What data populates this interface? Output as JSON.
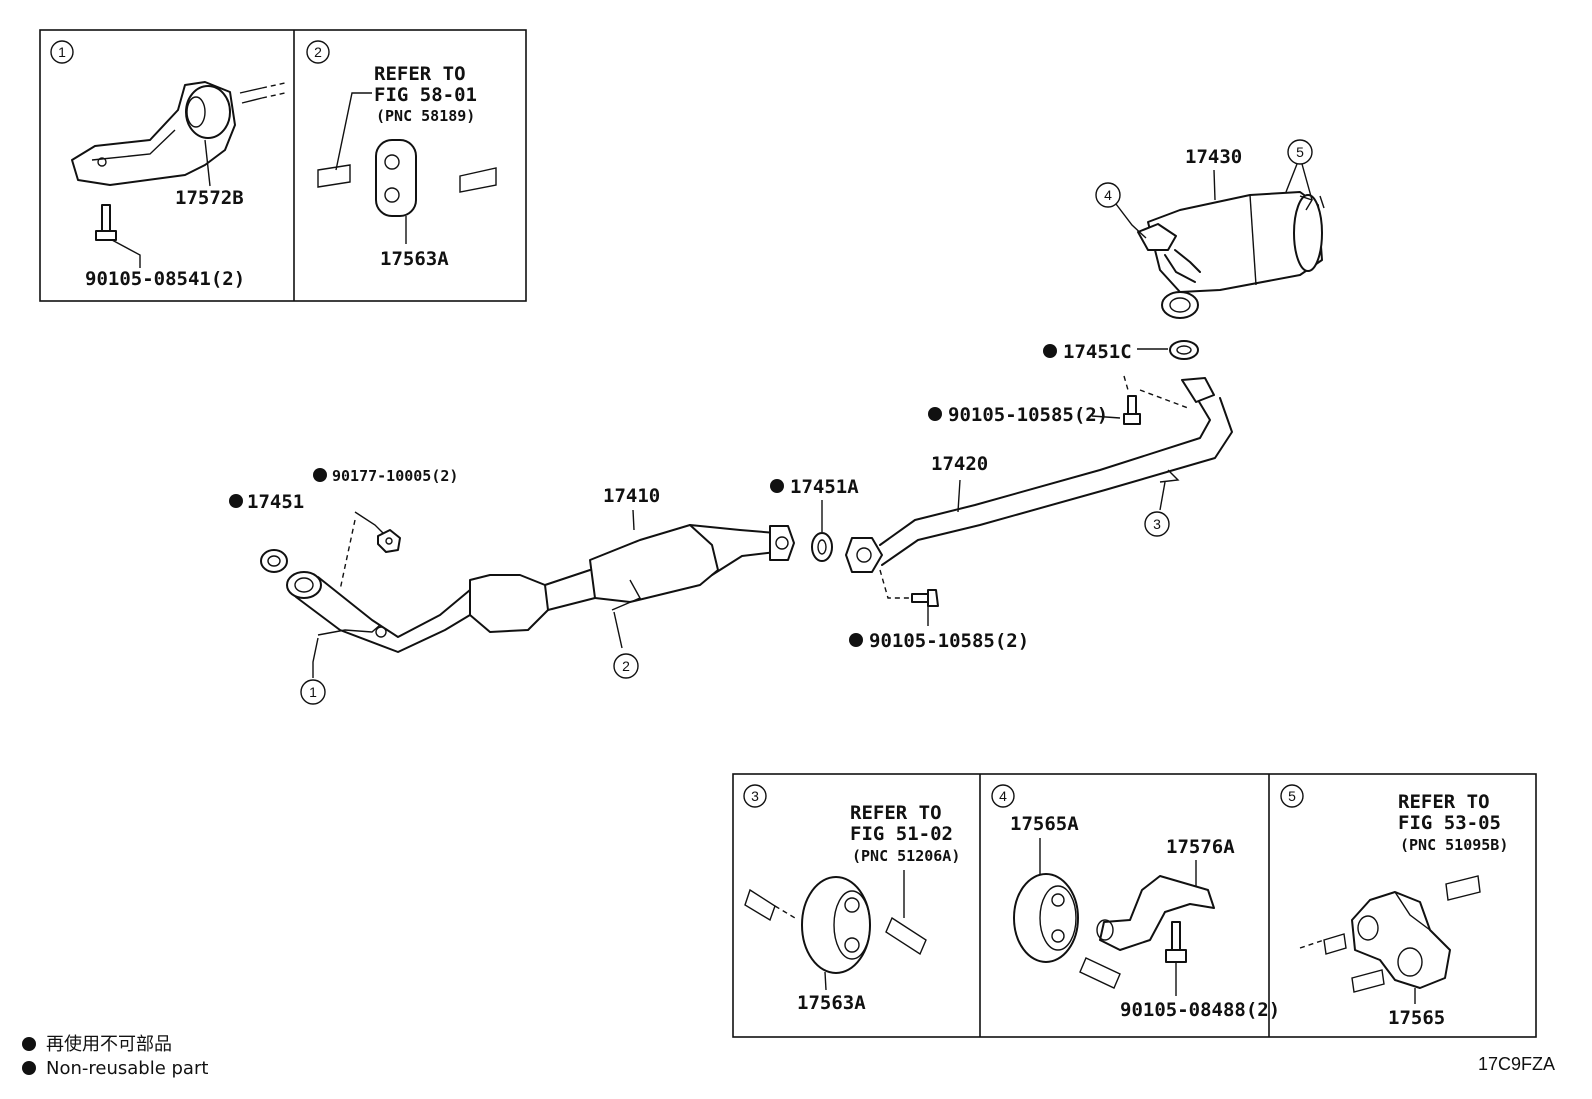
{
  "insets": {
    "i1": {
      "marker": "1",
      "parts": [
        "17572B",
        "90105-08541(2)"
      ]
    },
    "i2": {
      "marker": "2",
      "refer": [
        "REFER TO",
        "FIG 58-01",
        "(PNC 58189)"
      ],
      "parts": [
        "17563A"
      ]
    },
    "i3": {
      "marker": "3",
      "refer": [
        "REFER TO",
        "FIG 51-02",
        "(PNC 51206A)"
      ],
      "parts": [
        "17563A"
      ]
    },
    "i4": {
      "marker": "4",
      "parts": [
        "17565A",
        "17576A",
        "90105-08488(2)"
      ]
    },
    "i5": {
      "marker": "5",
      "refer": [
        "REFER TO",
        "FIG 53-05",
        "(PNC 51095B)"
      ],
      "parts": [
        "17565"
      ]
    }
  },
  "main": {
    "parts": {
      "p17451": "17451",
      "p90177": "90177-10005(2)",
      "p17410": "17410",
      "p17451A": "17451A",
      "p17420": "17420",
      "p90105a": "90105-10585(2)",
      "p90105b": "90105-10585(2)",
      "p17451C": "17451C",
      "p17430": "17430"
    },
    "callouts": {
      "c1": "1",
      "c2": "2",
      "c3": "3",
      "c4": "4",
      "c5": "5"
    }
  },
  "legend": {
    "cn": "再使用不可部品",
    "en": "Non-reusable part"
  },
  "figure_code": "17C9FZA"
}
